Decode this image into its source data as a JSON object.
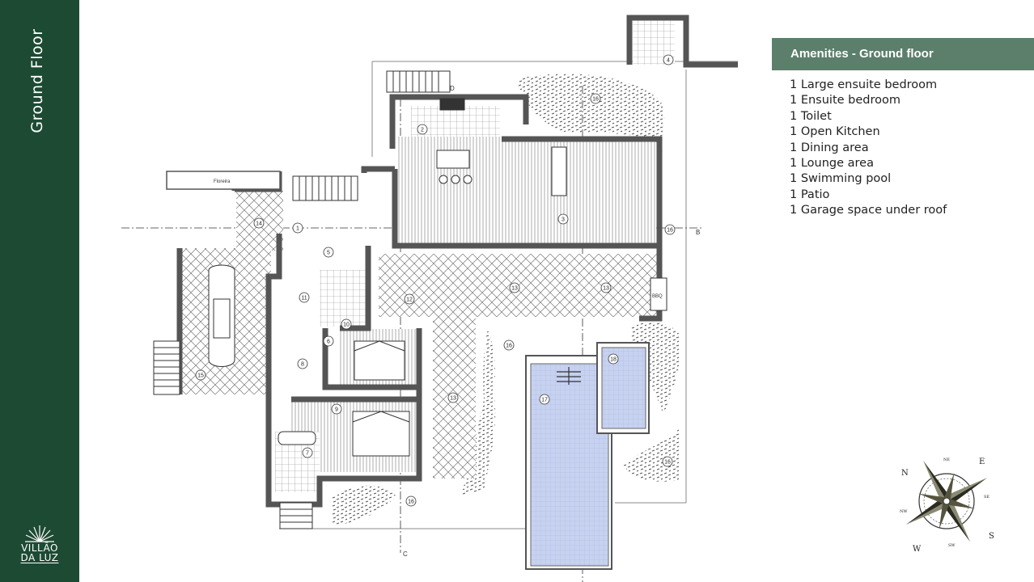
{
  "sidebar": {
    "title": "Ground Floor"
  },
  "logo": {
    "line1": "VILLÃO",
    "line2": "DA LUZ"
  },
  "amenities": {
    "header": "Amenities - Ground floor",
    "items": [
      "1 Large ensuite bedroom",
      "1 Ensuite bedroom",
      "1 Toilet",
      "1 Open Kitchen",
      "1 Dining area",
      "1 Lounge area",
      "1 Swimming pool",
      "1 Patio",
      "1 Garage space under roof"
    ]
  },
  "floorplan": {
    "floreira_label": "Floreira",
    "bbq_label": "BBQ",
    "section_b": "B",
    "section_c": "C",
    "section_d": "D",
    "room_numbers": [
      "1",
      "2",
      "3",
      "4",
      "5",
      "6",
      "7",
      "8",
      "9",
      "10",
      "11",
      "12",
      "13",
      "13",
      "13",
      "14",
      "15",
      "16",
      "16",
      "16",
      "16",
      "16",
      "17",
      "18"
    ]
  },
  "compass": {
    "n": "N",
    "e": "E",
    "s": "S",
    "w": "W",
    "ne": "NE",
    "se": "SE",
    "sw": "SW",
    "nw": "NW"
  },
  "colors": {
    "sidebar": "#1d4a33",
    "header": "#5b7f6b",
    "pool": "#c7d2f0",
    "walls": "#555555"
  }
}
